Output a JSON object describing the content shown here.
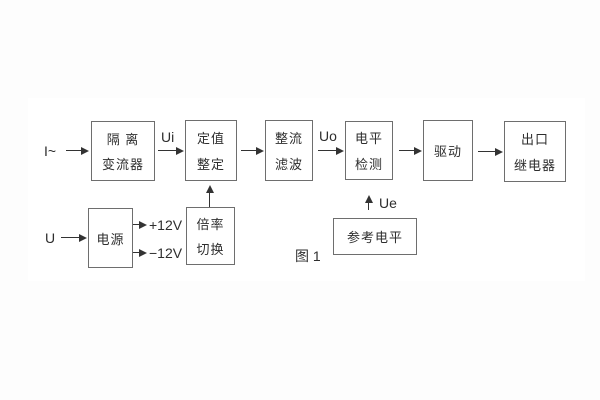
{
  "figure": {
    "caption": "图 1",
    "blocks": {
      "isolation": {
        "line1": "隔 离",
        "line2": "变流器"
      },
      "setting": {
        "line1": "定值",
        "line2": "整定"
      },
      "rectify": {
        "line1": "整流",
        "line2": "滤波"
      },
      "level": {
        "line1": "电平",
        "line2": "检测"
      },
      "drive": {
        "line1": "驱动"
      },
      "output": {
        "line1": "出口",
        "line2": "继电器"
      },
      "power": {
        "line1": "电源"
      },
      "ratio": {
        "line1": "倍率",
        "line2": "切换"
      },
      "reference": {
        "line1": "参考电平"
      }
    },
    "signals": {
      "input_current": "I~",
      "input_voltage": "U",
      "ui": "Ui",
      "uo": "Uo",
      "ue": "Ue",
      "v_plus": "+12V",
      "v_minus": "−12V"
    },
    "colors": {
      "background": "#fdfdfd",
      "panel": "#ffffff",
      "border": "#6e6e6e",
      "line": "#333333",
      "text": "#2e2e2e"
    }
  }
}
